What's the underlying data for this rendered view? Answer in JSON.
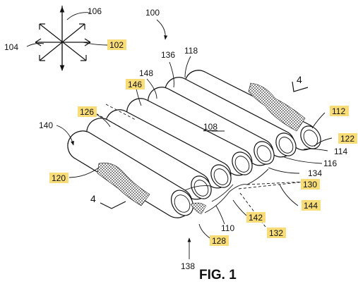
{
  "figure": {
    "title": "FIG. 1",
    "highlight_color": "#f8dc78",
    "line_color": "#111111",
    "labels": {
      "l100": "100",
      "l102": "102",
      "l104": "104",
      "l106": "106",
      "l108": "108",
      "l110": "110",
      "l112": "112",
      "l114": "114",
      "l116": "116",
      "l118": "118",
      "l120": "120",
      "l122": "122",
      "l126": "126",
      "l128": "128",
      "l130": "130",
      "l132": "132",
      "l134": "134",
      "l136": "136",
      "l138": "138",
      "l140": "140",
      "l142": "142",
      "l144": "144",
      "l146": "146",
      "l148": "148",
      "section_top": "4",
      "section_bottom": "4"
    },
    "highlighted": [
      "l102",
      "l112",
      "l120",
      "l122",
      "l126",
      "l128",
      "l130",
      "l132",
      "l142",
      "l144",
      "l146"
    ]
  }
}
